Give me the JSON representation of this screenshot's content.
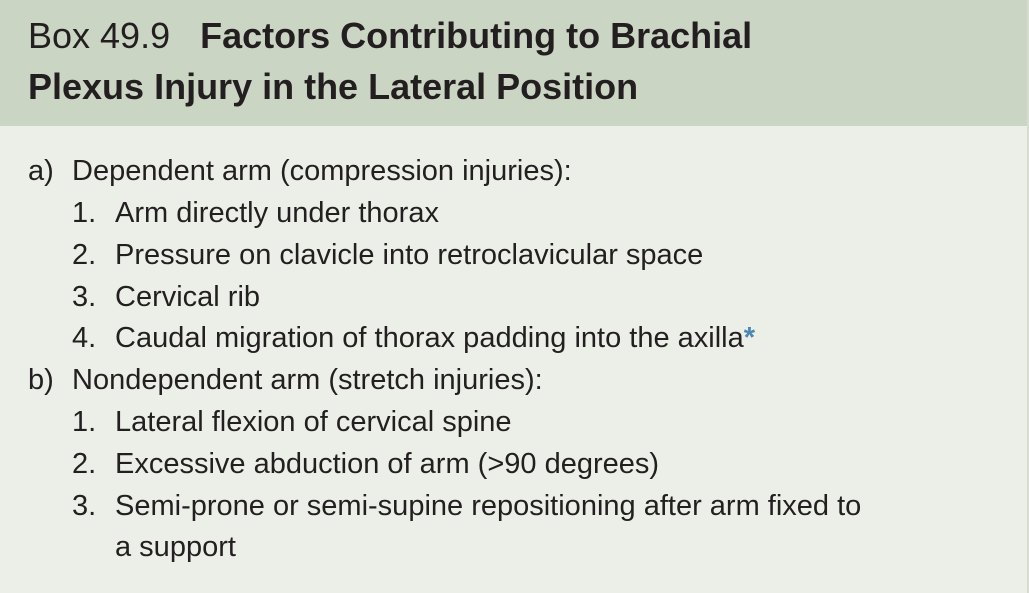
{
  "box": {
    "label": "Box 49.9",
    "title_line1": "Factors Contributing to Brachial",
    "title_line2": "Plexus Injury in the Lateral Position"
  },
  "sections": [
    {
      "marker": "a)",
      "heading": "Dependent arm (compression injuries):",
      "items": [
        {
          "marker": "1.",
          "text": "Arm directly under thorax"
        },
        {
          "marker": "2.",
          "text": "Pressure on clavicle into retroclavicular space"
        },
        {
          "marker": "3.",
          "text": "Cervical rib"
        },
        {
          "marker": "4.",
          "text": "Caudal migration of thorax padding into the axilla",
          "note": "*"
        }
      ]
    },
    {
      "marker": "b)",
      "heading": "Nondependent arm (stretch injuries):",
      "items": [
        {
          "marker": "1.",
          "text": "Lateral flexion of cervical spine"
        },
        {
          "marker": "2.",
          "text": "Excessive abduction of arm (>90 degrees)"
        },
        {
          "marker": "3.",
          "text_line1": "Semi-prone or semi-supine repositioning after arm fixed to",
          "text_line2": "a support"
        }
      ]
    }
  ],
  "colors": {
    "header_bg": "#cbd5c4",
    "body_bg": "#ebefe7",
    "asterisk": "#4b86b4"
  }
}
